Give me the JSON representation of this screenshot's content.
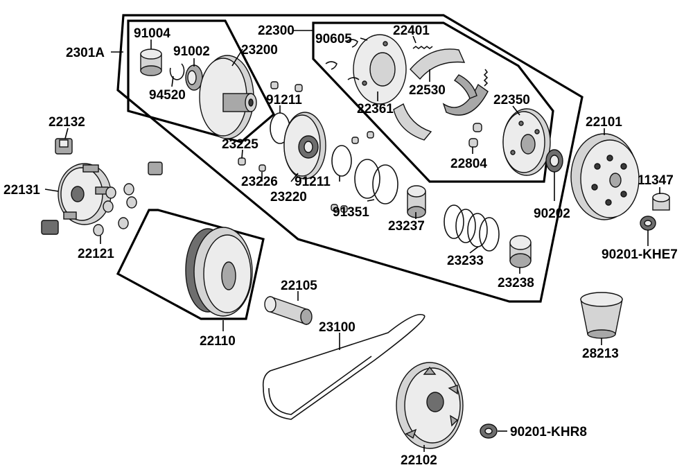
{
  "labels": [
    {
      "id": "p2301A",
      "text": "2301A"
    },
    {
      "id": "p91004",
      "text": "91004"
    },
    {
      "id": "p91002",
      "text": "91002"
    },
    {
      "id": "p23200",
      "text": "23200"
    },
    {
      "id": "p94520",
      "text": "94520"
    },
    {
      "id": "p22300",
      "text": "22300"
    },
    {
      "id": "p90605",
      "text": "90605"
    },
    {
      "id": "p22401",
      "text": "22401"
    },
    {
      "id": "p22530",
      "text": "22530"
    },
    {
      "id": "p22361",
      "text": "22361"
    },
    {
      "id": "p22350",
      "text": "22350"
    },
    {
      "id": "p22101",
      "text": "22101"
    },
    {
      "id": "p22132",
      "text": "22132"
    },
    {
      "id": "p91211a",
      "text": "91211"
    },
    {
      "id": "p23225",
      "text": "23225"
    },
    {
      "id": "p23226",
      "text": "23226"
    },
    {
      "id": "p23220",
      "text": "23220"
    },
    {
      "id": "p91211b",
      "text": "91211"
    },
    {
      "id": "p22804",
      "text": "22804"
    },
    {
      "id": "p11347",
      "text": "11347"
    },
    {
      "id": "p22131",
      "text": "22131"
    },
    {
      "id": "p91351",
      "text": "91351"
    },
    {
      "id": "p23237",
      "text": "23237"
    },
    {
      "id": "p90202",
      "text": "90202"
    },
    {
      "id": "p90201KHE7",
      "text": "90201-KHE7"
    },
    {
      "id": "p22121",
      "text": "22121"
    },
    {
      "id": "p23233",
      "text": "23233"
    },
    {
      "id": "p23238",
      "text": "23238"
    },
    {
      "id": "p22105",
      "text": "22105"
    },
    {
      "id": "p22110",
      "text": "22110"
    },
    {
      "id": "p23100",
      "text": "23100"
    },
    {
      "id": "p28213",
      "text": "28213"
    },
    {
      "id": "p90201KHR8",
      "text": "90201-KHR8"
    },
    {
      "id": "p22102",
      "text": "22102"
    }
  ]
}
